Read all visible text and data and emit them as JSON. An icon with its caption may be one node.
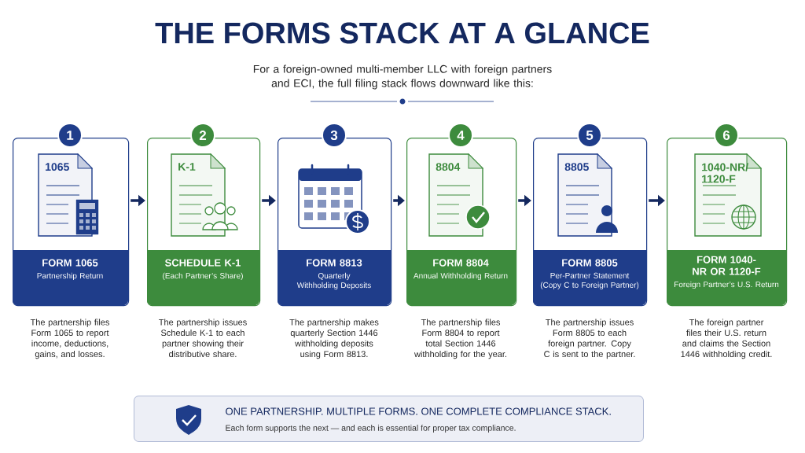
{
  "diagram": {
    "title": "THE FORMS STACK AT A GLANCE",
    "nodes": [
      {
        "text": [
          "1",
          "1065",
          "FORM 1065",
          "Partnership Return"
        ],
        "beside": [
          "The partnership files Form 1065 to report income, deductions, gains, and losses."
        ]
      },
      {
        "text": [
          "2",
          "K-1",
          "SCHEDULE K-1",
          "(Each Partner’s Share)"
        ],
        "beside": [
          "The partnership issues Schedule K-1 to each partner showing their distributive share."
        ]
      },
      {
        "text": [
          "3",
          "FORM 8813",
          "Quarterly Withholding Deposits"
        ],
        "beside": [
          "The partnership makes quarterly Section 1446 withholding deposits using Form 8813."
        ]
      },
      {
        "text": [
          "4",
          "8804",
          "FORM 8804",
          "Annual Withholding Return"
        ],
        "beside": [
          "The partnership files Form 8804 to report total Section 1446 withholding for the year."
        ]
      },
      {
        "text": [
          "5",
          "8805",
          "FORM 8805",
          "Per-Partner Statement (Copy C to Foreign Partner)"
        ],
        "beside": [
          "The partnership issues Form 8805 to each foreign partner. Copy C is sent to the partner."
        ]
      },
      {
        "text": [
          "6",
          "1040-NR/ 1120-F",
          "FORM 1040-NR OR 1120-F",
          "Foreign Partner’s U.S. Return"
        ],
        "beside": [
          "The foreign partner files their U.S. return and claims the Section 1446 withholding credit."
        ]
      },
      {
        "text": [
          "ONE PARTNERSHIP. MULTIPLE FORMS. ONE COMPLETE COMPLIANCE STACK.",
          "Each form supports the next — and each is essential for proper tax compliance."
        ]
      }
    ],
    "edges": [
      {
        "from": 0,
        "to": 1,
        "arrow": "to"
      },
      {
        "from": 1,
        "to": 2,
        "arrow": "to"
      },
      {
        "from": 2,
        "to": 3,
        "arrow": "to"
      },
      {
        "from": 3,
        "to": 4,
        "arrow": "to"
      },
      {
        "from": 4,
        "to": 5,
        "arrow": "to"
      }
    ],
    "labels": [
      "For a foreign-owned multi-member LLC with foreign partners and ECI, the full filing stack flows downward like this:"
    ]
  }
}
